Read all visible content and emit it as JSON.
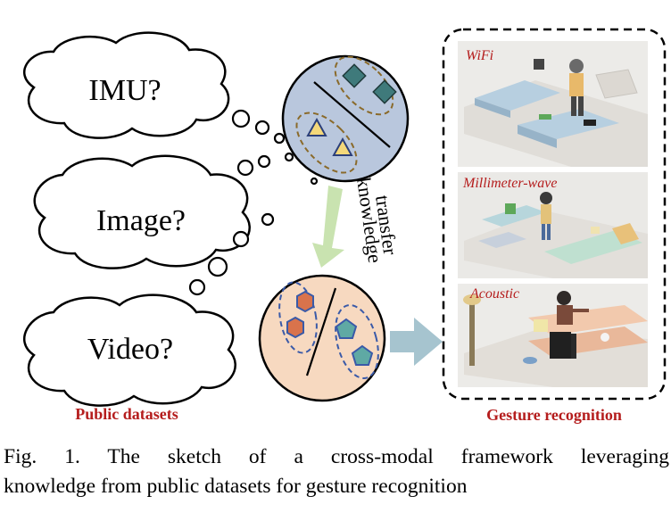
{
  "clouds": [
    {
      "label": "IMU?"
    },
    {
      "label": "Image?"
    },
    {
      "label": "Video?"
    }
  ],
  "left_label": "Public datasets",
  "transfer_label": {
    "line1": "knowledge",
    "line2": "transfer"
  },
  "right_label": "Gesture recognition",
  "scenes": [
    {
      "label": "WiFi"
    },
    {
      "label": "Millimeter-wave"
    },
    {
      "label": "Acoustic"
    }
  ],
  "caption": {
    "line1": "Fig. 1. The sketch of a cross-modal framework leveraging",
    "line2": "knowledge from public datasets for gesture recognition"
  },
  "colors": {
    "source_circle": "#b9c7dd",
    "target_circle": "#f7d9c0",
    "diamond": "#3f7a7b",
    "triangle": "#f4d87a",
    "hexagon": "#d9734c",
    "pentagon": "#5fa9a4",
    "cluster_outline_top": "#8a6a2a",
    "cluster_outline_bottom": "#3a5aa8",
    "transfer_arrow": "#c9e3b0",
    "output_arrow": "#a6c4cf",
    "label_red": "#b51d1d"
  }
}
